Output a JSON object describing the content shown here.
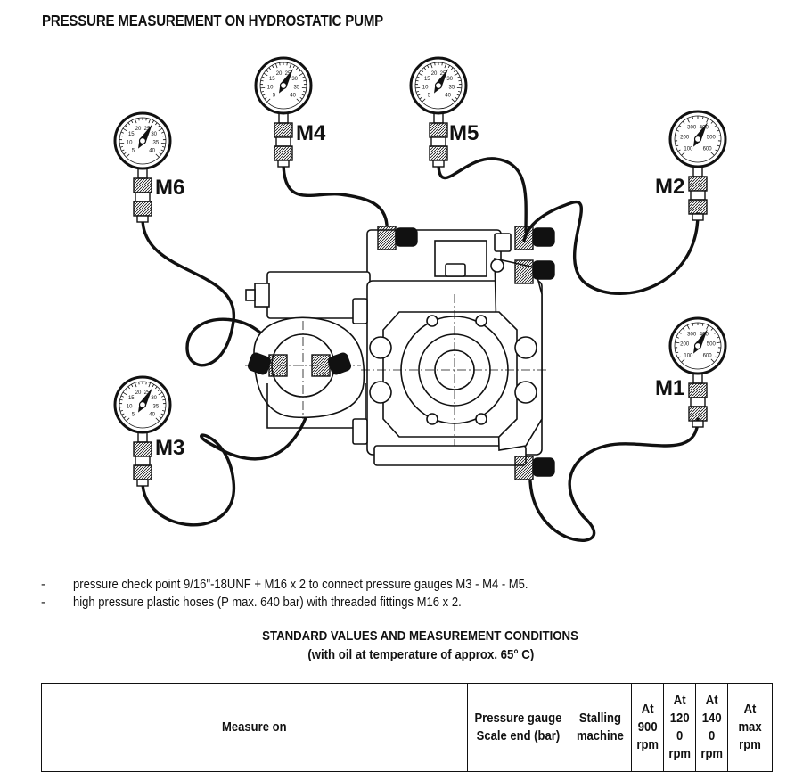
{
  "title": "PRESSURE MEASUREMENT ON HYDROSTATIC PUMP",
  "gauges": [
    {
      "id": "M6",
      "label": "M6",
      "scale": [
        "5",
        "10",
        "15",
        "20",
        "25",
        "30",
        "35",
        "40"
      ]
    },
    {
      "id": "M4",
      "label": "M4",
      "scale": [
        "5",
        "10",
        "15",
        "20",
        "25",
        "30",
        "35",
        "40"
      ]
    },
    {
      "id": "M5",
      "label": "M5",
      "scale": [
        "5",
        "10",
        "15",
        "20",
        "25",
        "30",
        "35",
        "40"
      ]
    },
    {
      "id": "M2",
      "label": "M2",
      "scale": [
        "100",
        "200",
        "300",
        "400",
        "500",
        "600"
      ]
    },
    {
      "id": "M1",
      "label": "M1",
      "scale": [
        "100",
        "200",
        "300",
        "400",
        "500",
        "600"
      ]
    },
    {
      "id": "M3",
      "label": "M3",
      "scale": [
        "5",
        "10",
        "15",
        "20",
        "25",
        "30",
        "35",
        "40"
      ]
    }
  ],
  "notes": [
    {
      "bullet": "-",
      "text": "pressure check point 9/16\"-18UNF + M16 x 2 to connect pressure gauges M3 - M4 - M5."
    },
    {
      "bullet": "-",
      "text": "high pressure plastic hoses (P max. 640 bar) with threaded fittings M16 x 2."
    }
  ],
  "section": {
    "title": "STANDARD VALUES AND MEASUREMENT CONDITIONS",
    "subtitle": "(with oil at temperature of approx. 65° C)"
  },
  "table": {
    "headers": [
      "Measure on",
      "Pressure gauge\nScale end (bar)",
      "Stalling\nmachine",
      "At\n900\nrpm",
      "At\n120\n0\nrpm",
      "At\n140\n0\nrpm",
      "At\nmax\nrpm"
    ]
  }
}
